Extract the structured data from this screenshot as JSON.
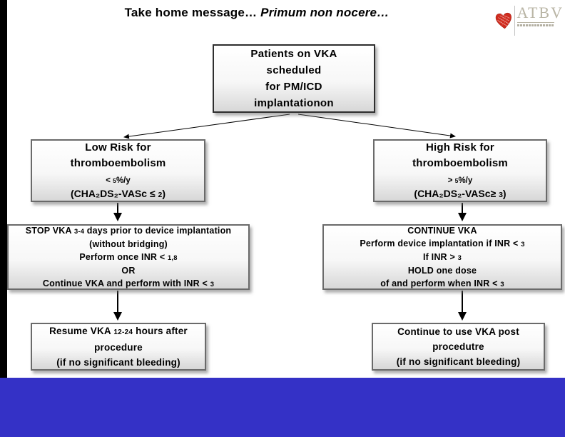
{
  "title": {
    "regular": "Take home message… ",
    "italic": "Primum non nocere…"
  },
  "logo": {
    "name": "ATBV",
    "heart_color": "#cf2b1e",
    "text_color": "#b9b5a5"
  },
  "colors": {
    "footer_blue": "#3431c6",
    "sidebar_black": "#000000"
  },
  "flowchart": {
    "root": {
      "lines": [
        "Patients on VKA",
        "scheduled",
        "for PM/ICD",
        "implantationon"
      ]
    },
    "low_risk": {
      "title1": "Low Risk for",
      "title2": "thromboembolism",
      "sub1": "< 5%/y",
      "sub2": "(CHA₂DS₂-VASc ≤ 2)"
    },
    "high_risk": {
      "title1": "High Risk for",
      "title2": "thromboembolism",
      "sub1": "> 5%/y",
      "sub2": "(CHA₂DS₂-VASc≥ 3)"
    },
    "low_action": {
      "lines": [
        "STOP VKA 3-4 days prior to  device implantation",
        "(without bridging)",
        "Perform once INR < 1,8",
        "OR",
        "Continue VKA and perform with INR < 3"
      ]
    },
    "high_action": {
      "lines": [
        "CONTINUE  VKA",
        "Perform  device implantation if INR < 3",
        "If INR > 3",
        "HOLD one dose",
        "of and perform when  INR < 3"
      ]
    },
    "low_post": {
      "lines": [
        "Resume VKA 12-24 hours after",
        "procedure",
        "(if no significant bleeding)"
      ]
    },
    "high_post": {
      "lines": [
        "Continue  to use VKA post",
        "procedutre",
        "(if no significant bleeding)"
      ]
    }
  }
}
